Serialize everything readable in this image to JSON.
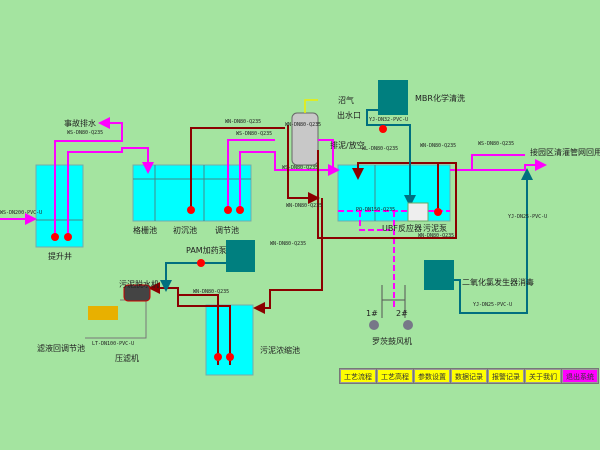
{
  "colors": {
    "background": "#a4e4a0",
    "water_tank": "#00ffff",
    "wastewater_pipe": "#ff00ff",
    "sludge_pipe": "#8b0000",
    "dosing_pipe": "#006f7f",
    "dosing_tank": "#007f7f",
    "pump": "#ff0000",
    "button": "#ffff00",
    "exit_button": "#ff00ff"
  },
  "labels": {
    "accident_drain": "事故排水",
    "lift_well": "提升井",
    "grille_tank": "格栅池",
    "primary_settling": "初沉池",
    "regulating_tank": "调节池",
    "biogas": "沼气",
    "outlet": "出水口",
    "mud_vent": "排泥/放空",
    "mbr_clean": "MBR化学清洗",
    "ubf_reactor": "UBF反应器",
    "sludge_pump": "污泥泵",
    "reuse": "接园区清灌管网回用",
    "pam_pump": "PAM加药泵",
    "dewatering": "污泥脱水机",
    "thickener": "污泥浓缩池",
    "filtrate_return": "滤液回调节池",
    "filter_press": "压滤机",
    "clo2": "二氧化氯发生器消毒",
    "blower": "罗茨鼓风机",
    "blower1": "1#",
    "blower2": "2#"
  },
  "pipe_labels": [
    "WS-DN200-PVC-U",
    "WS-DN80-Q235",
    "WN-DN80-Q235",
    "WS-DN80-Q235",
    "WS-DN80-Q235",
    "WN-DN80-Q235",
    "WN-DN80-Q235",
    "YJ-DN32-PVC-U",
    "WL-DN80-Q235",
    "WN-DN80-Q235",
    "WS-DN80-Q235",
    "PO-DN150-Q235",
    "WN-DN80-Q235",
    "YJ-DN25-PVC-U",
    "YJ-DN25-PVC-U",
    "WN-DN80-Q235",
    "WN-DN80-Q235",
    "LT-DN100-PVC-U"
  ],
  "nav": [
    "工艺流程",
    "工艺高程",
    "参数设置",
    "数据记录",
    "报警记录",
    "关于我们",
    "退出系统"
  ]
}
